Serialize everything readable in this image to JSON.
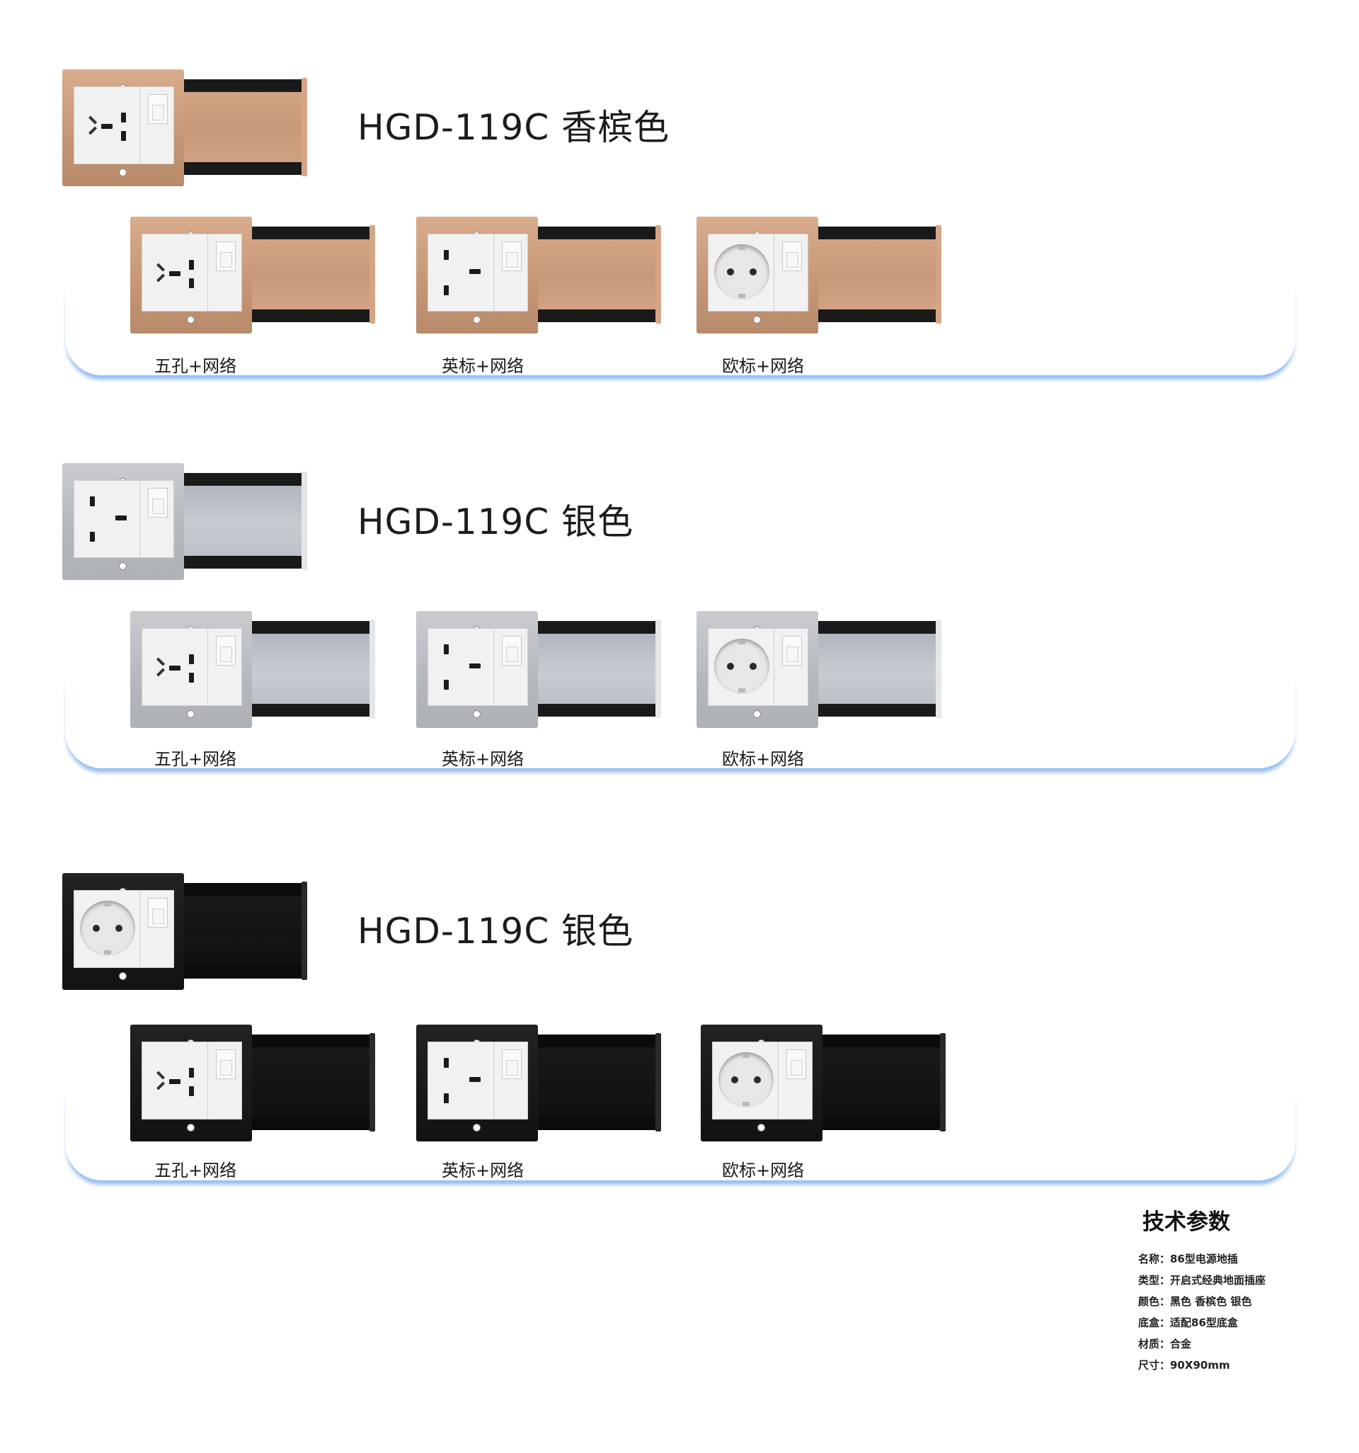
{
  "sections": [
    {
      "title": "HGD-119C 香槟色",
      "theme": "champagne",
      "variants": [
        "五孔+网络",
        "英标+网络",
        "欧标+网络"
      ]
    },
    {
      "title": "HGD-119C 银色",
      "theme": "silver",
      "variants": [
        "五孔+网络",
        "英标+网络",
        "欧标+网络"
      ]
    },
    {
      "title": "HGD-119C 银色",
      "theme": "black",
      "variants": [
        "五孔+网络",
        "英标+网络",
        "欧标+网络"
      ]
    }
  ],
  "specs": {
    "title": "技术参数",
    "rows": [
      "名称：86型电源地插",
      "类型：开启式经典地面插座",
      "颜色：黑色  香槟色  银色",
      "底盒：适配86型底盒",
      "材质：合金",
      "尺寸：90X90mm"
    ]
  },
  "colors": {
    "champagne": "#c99b7a",
    "silver": "#b8bcc2",
    "black": "#151515",
    "card_shadow": "#6ea5eb"
  },
  "icons": [
    "five-hole-outlet-icon",
    "uk-outlet-icon",
    "eu-schuko-outlet-icon",
    "rj45-port-icon",
    "screw-icon"
  ]
}
